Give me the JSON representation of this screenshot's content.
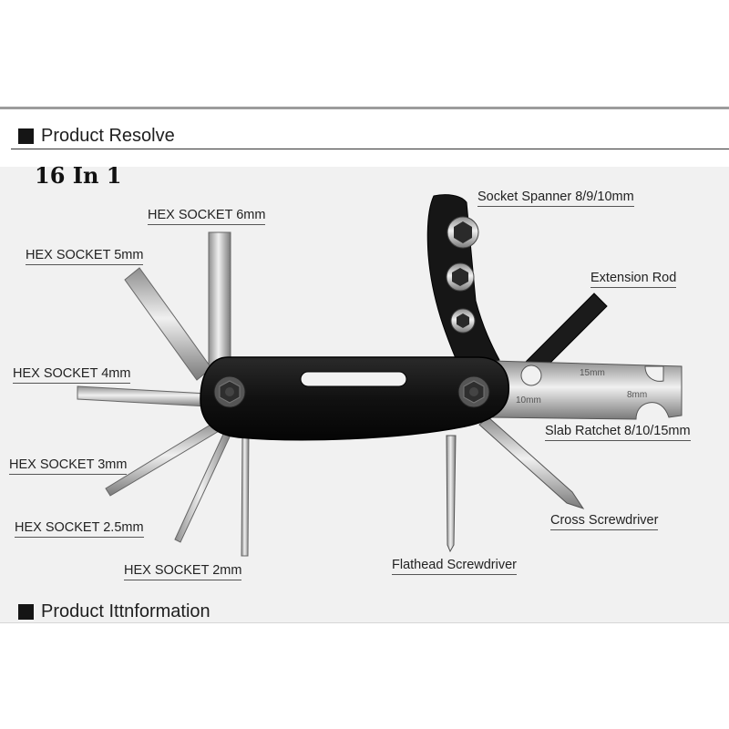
{
  "sections": {
    "resolve_title": "Product Resolve",
    "info_title": "Product Ittnformation"
  },
  "product": {
    "title": "16 In 1",
    "callouts": {
      "socket_spanner": "Socket Spanner 8/9/10mm",
      "extension_rod": "Extension Rod",
      "slab_ratchet": "Slab Ratchet 8/10/15mm",
      "cross_screwdriver": "Cross Screwdriver",
      "flathead_screwdriver": "Flathead Screwdriver",
      "hex_6": "HEX SOCKET 6mm",
      "hex_5": "HEX SOCKET 5mm",
      "hex_4": "HEX SOCKET 4mm",
      "hex_3": "HEX SOCKET 3mm",
      "hex_25": "HEX SOCKET 2.5mm",
      "hex_2": "HEX SOCKET 2mm"
    },
    "ratchet_marks": {
      "m15": "15mm",
      "m10": "10mm",
      "m8": "8mm"
    }
  },
  "colors": {
    "body": "#111111",
    "steel": "#c4c4c4",
    "panel": "#f1f1f1"
  }
}
